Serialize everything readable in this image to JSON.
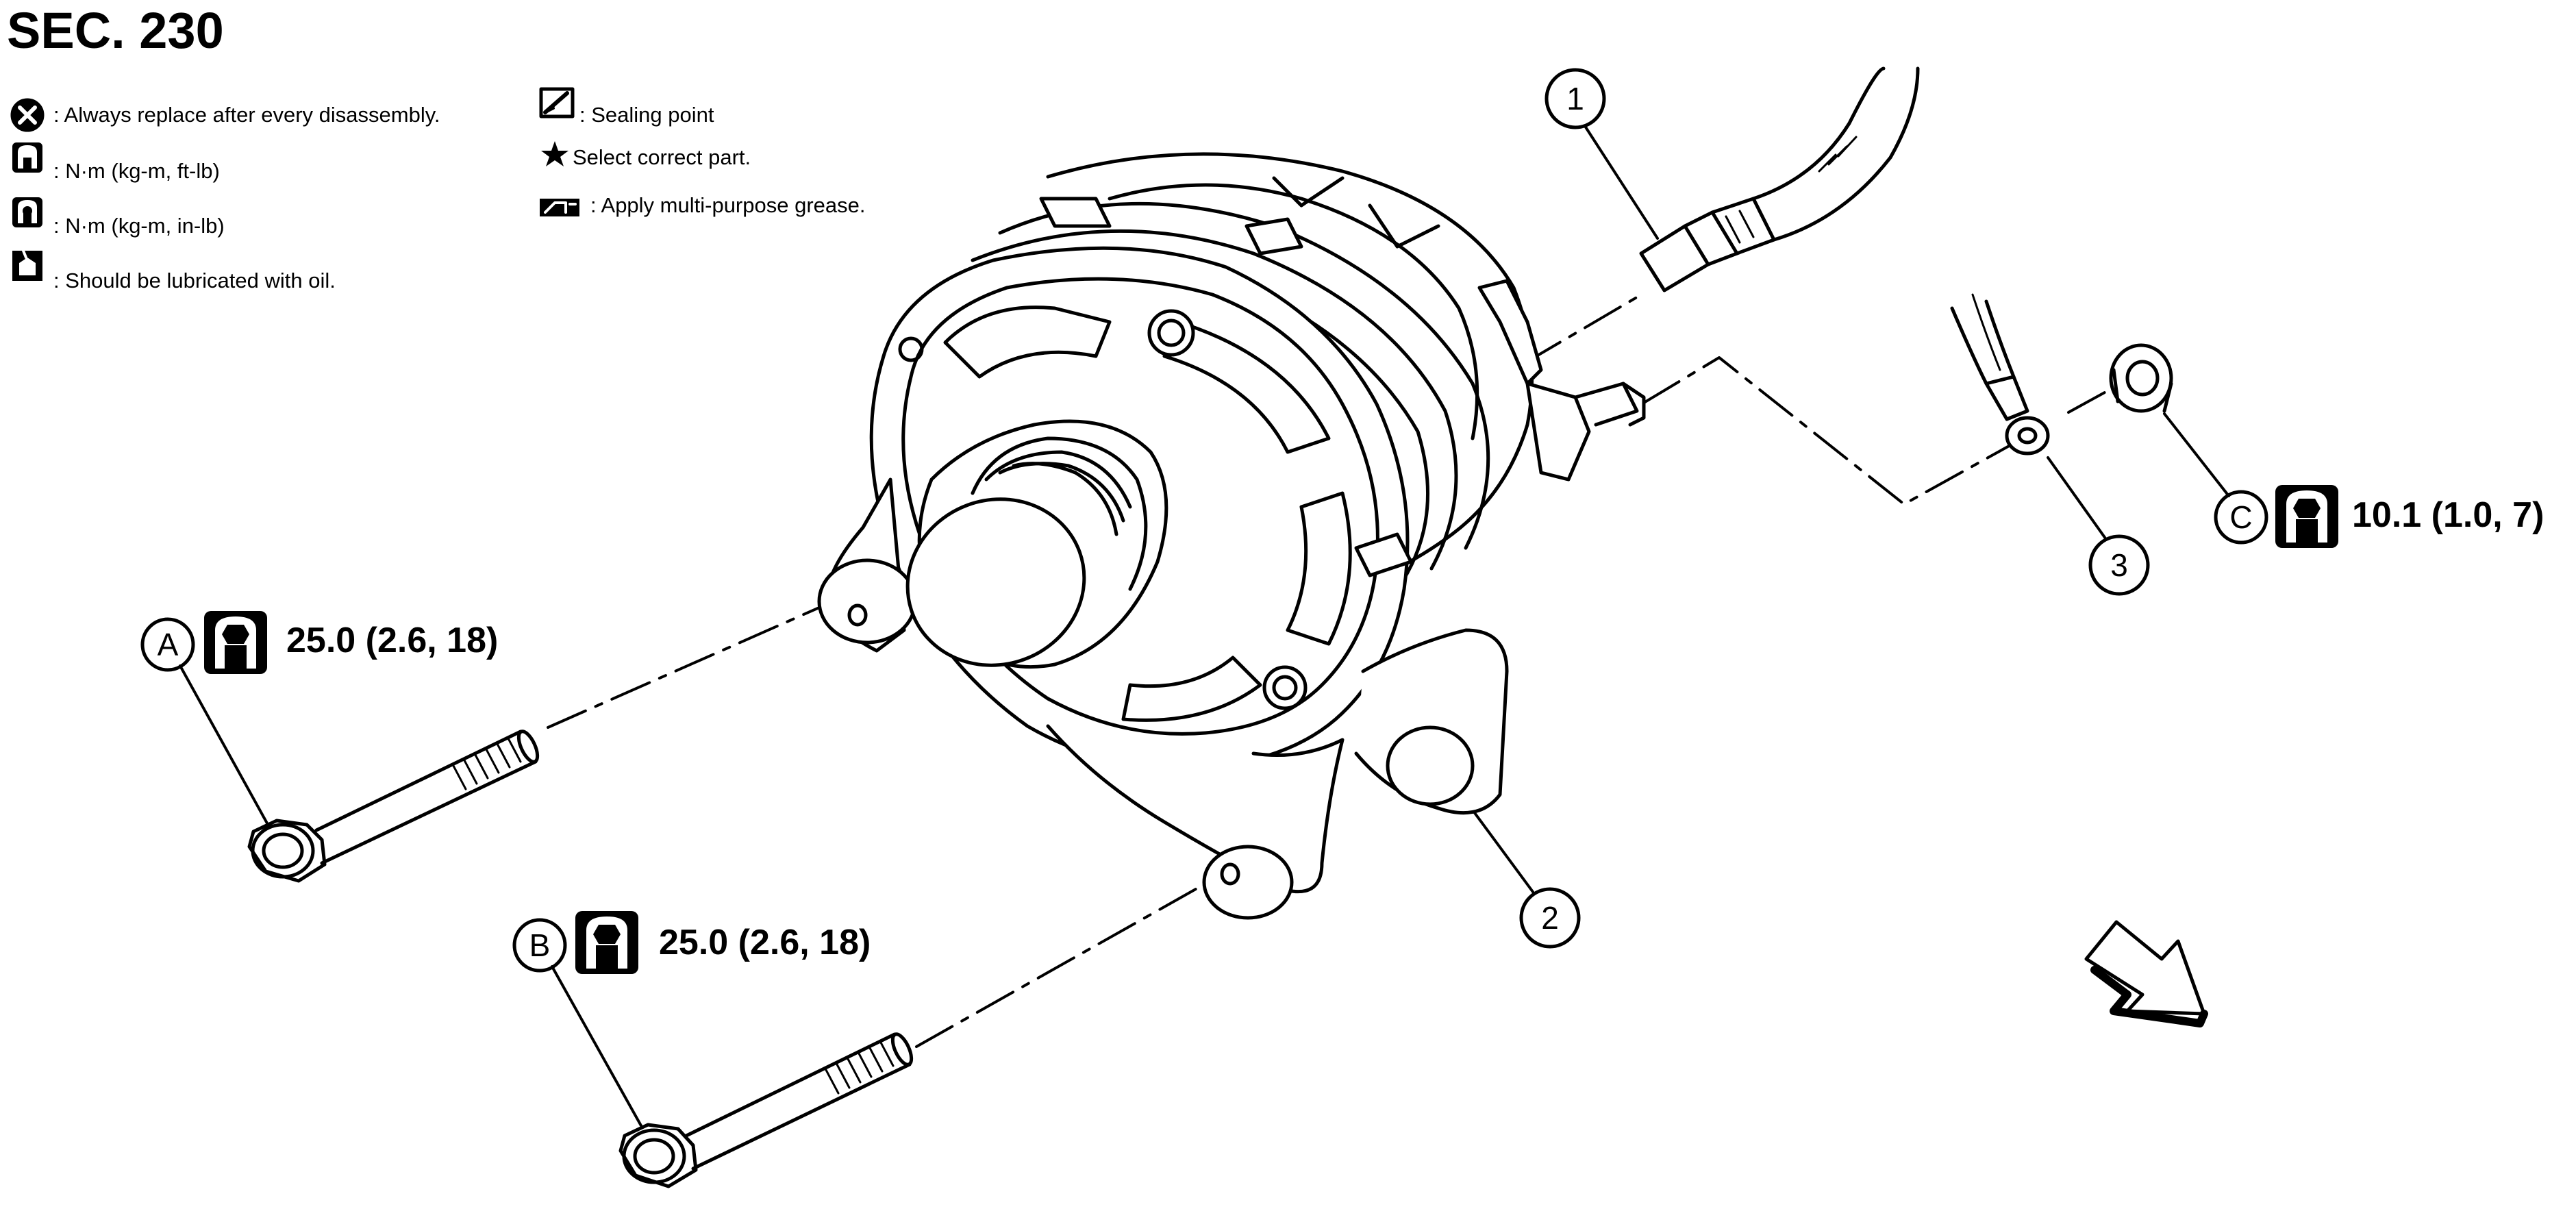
{
  "section": {
    "title": "SEC. 230"
  },
  "legend": [
    {
      "icon": "always-replace-icon",
      "text": ": Always replace after every disassembly."
    },
    {
      "icon": "torque-ftlb-icon",
      "text": ": N·m (kg-m, ft-lb)"
    },
    {
      "icon": "torque-inlb-icon",
      "text": ": N·m (kg-m, in-lb)"
    },
    {
      "icon": "oil-can-icon",
      "text": ": Should be lubricated with oil."
    },
    {
      "icon": "sealing-point-icon",
      "text": ": Sealing point"
    },
    {
      "icon": "star-icon",
      "text": "Select correct part."
    },
    {
      "icon": "grease-icon",
      "text": ": Apply multi-purpose grease."
    }
  ],
  "torques": {
    "A": {
      "letter": "A",
      "value": "25.0 (2.6, 18)"
    },
    "B": {
      "letter": "B",
      "value": "25.0 (2.6, 18)"
    },
    "C": {
      "letter": "C",
      "value": "10.1 (1.0, 7)"
    }
  },
  "callouts": {
    "c1": "1",
    "c2": "2",
    "c3": "3"
  },
  "icons": {
    "torque": "torque-wrench-icon",
    "direction": "front-direction-arrow-icon"
  },
  "colors": {
    "ink": "#000000",
    "paper": "#ffffff"
  }
}
